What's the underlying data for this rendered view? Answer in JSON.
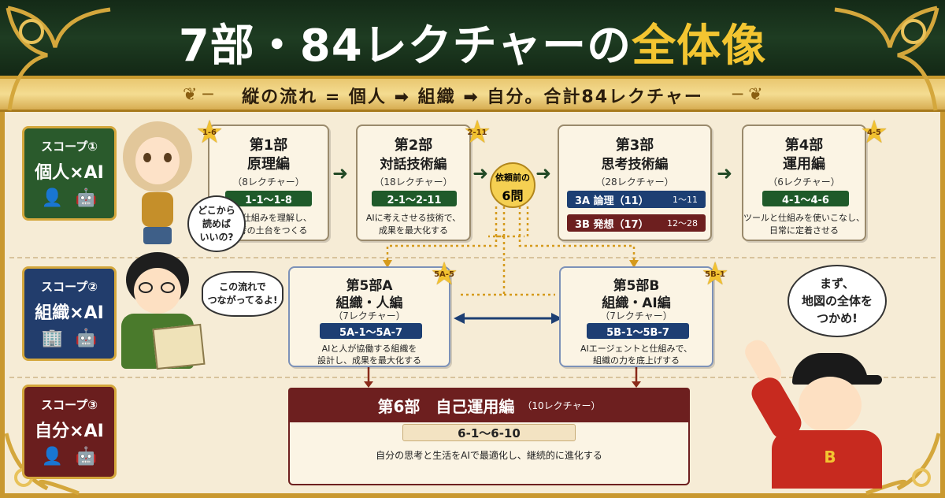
{
  "header": {
    "title_main": "7部・84レクチャーの",
    "title_highlight": "全体像",
    "subtitle": "縦の流れ = 個人 ➡ 組織 ➡ 自分。合計84レクチャー"
  },
  "scopes": [
    {
      "label": "スコープ①",
      "name": "個人×AI",
      "icons": [
        "person-icon",
        "robot-icon"
      ],
      "color": "#2a5a2c"
    },
    {
      "label": "スコープ②",
      "name": "組織×AI",
      "icons": [
        "building-icon",
        "robot-icon"
      ],
      "color": "#223d6c"
    },
    {
      "label": "スコープ③",
      "name": "自分×AI",
      "icons": [
        "person-icon",
        "robot-icon"
      ],
      "color": "#6a1e1e"
    }
  ],
  "parts": {
    "p1": {
      "star": "1-6",
      "title1": "第1部",
      "title2": "原理編",
      "count": "（8レクチャー）",
      "range": "1-1〜1-8",
      "desc1": "AIの仕組みを理解し、",
      "desc2": "思考の土台をつくる"
    },
    "p2": {
      "star": "2-11",
      "title1": "第2部",
      "title2": "対話技術編",
      "count": "（18レクチャー）",
      "range": "2-1〜2-11",
      "desc1": "AIに考えさせる技術で、",
      "desc2": "成果を最大化する"
    },
    "p3": {
      "title1": "第3部",
      "title2": "思考技術編",
      "count": "（28レクチャー）",
      "a_label": "3A 論理（11）",
      "a_range": "1〜11",
      "b_label": "3B 発想（17）",
      "b_range": "12〜28"
    },
    "p4": {
      "star": "4-5",
      "title1": "第4部",
      "title2": "運用編",
      "count": "（6レクチャー）",
      "range": "4-1〜4-6",
      "desc1": "ツールと仕組みを使いこなし、",
      "desc2": "日常に定着させる"
    },
    "p5a": {
      "star": "5A-5",
      "title1": "第5部A",
      "title2": "組織・人編",
      "count": "（7レクチャー）",
      "range": "5A-1〜5A-7",
      "desc1": "AIと人が協働する組織を",
      "desc2": "設計し、成果を最大化する"
    },
    "p5b": {
      "star": "5B-1",
      "title1": "第5部B",
      "title2": "組織・AI編",
      "count": "（7レクチャー）",
      "range": "5B-1〜5B-7",
      "desc1": "AIエージェントと仕組みで、",
      "desc2": "組織の力を底上げする"
    },
    "p6": {
      "title": "第6部　自己運用編",
      "count": "（10レクチャー）",
      "range": "6-1〜6-10",
      "desc": "自分の思考と生活をAIで最適化し、継続的に進化する"
    }
  },
  "question": {
    "line1": "依頼前の",
    "line2": "6問"
  },
  "characters": {
    "girl_bubble": [
      "どこから",
      "読めば",
      "いいの?"
    ],
    "boy_bubble": [
      "この流れで",
      "つながってるよ!"
    ],
    "cap_bubble": [
      "まず、",
      "地図の全体を",
      "つかめ!"
    ],
    "cap_letter": "B"
  },
  "colors": {
    "green": "#1f5a2a",
    "navy": "#1d3f73",
    "maroon": "#6d1f1f",
    "gold": "#f3c531"
  }
}
